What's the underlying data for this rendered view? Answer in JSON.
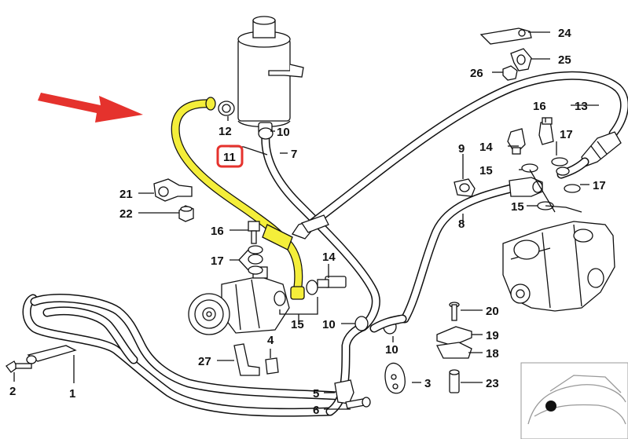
{
  "highlight_color": "#e5322d",
  "hose_highlight_color": "#f4ee3a",
  "labels": {
    "p1": "1",
    "p2": "2",
    "p3": "3",
    "p4": "4",
    "p5": "5",
    "p6": "6",
    "p7": "7",
    "p8": "8",
    "p9": "9",
    "p10a": "10",
    "p10b": "10",
    "p10c": "10",
    "p11": "11",
    "p12": "12",
    "p13": "13",
    "p14a": "14",
    "p14b": "14",
    "p15a": "15",
    "p15b": "15",
    "p15c": "15",
    "p16a": "16",
    "p16b": "16",
    "p17a": "17",
    "p17b": "17",
    "p17c": "17",
    "p18": "18",
    "p19": "19",
    "p20": "20",
    "p21": "21",
    "p22": "22",
    "p23": "23",
    "p24": "24",
    "p25": "25",
    "p26": "26",
    "p27": "27"
  }
}
